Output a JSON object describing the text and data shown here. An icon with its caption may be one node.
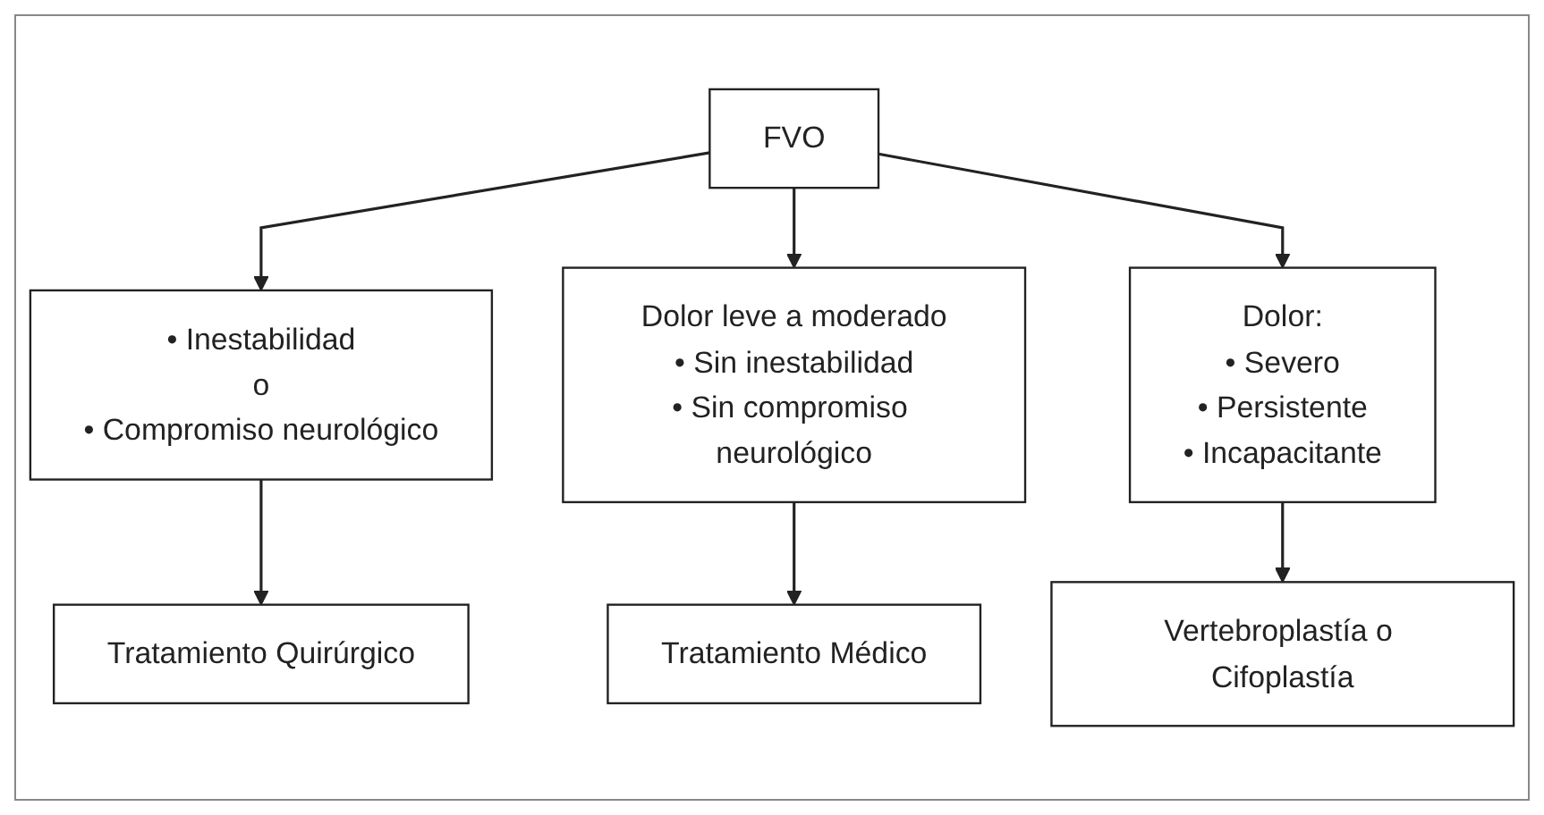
{
  "diagram": {
    "nodes": [
      {
        "text": [
          "FVO"
        ]
      },
      {
        "text": [
          "• Inestabilidad",
          "o",
          "• Compromiso neurológico"
        ]
      },
      {
        "text": [
          "Dolor leve a moderado",
          "• Sin inestabilidad",
          "• Sin compromiso neurológico"
        ]
      },
      {
        "text": [
          "Dolor:",
          "• Severo",
          "• Persistente",
          "• Incapacitante"
        ]
      },
      {
        "text": [
          "Tratamiento Quirúrgico"
        ]
      },
      {
        "text": [
          "Tratamiento Médico"
        ]
      },
      {
        "text": [
          "Vertebroplastía o Cifoplastía"
        ]
      }
    ],
    "edges": [
      {
        "from": 0,
        "to": 1,
        "arrow": "to"
      },
      {
        "from": 0,
        "to": 2,
        "arrow": "to"
      },
      {
        "from": 0,
        "to": 3,
        "arrow": "to"
      },
      {
        "from": 1,
        "to": 4,
        "arrow": "to"
      },
      {
        "from": 2,
        "to": 5,
        "arrow": "to"
      },
      {
        "from": 3,
        "to": 6,
        "arrow": "to"
      }
    ]
  }
}
